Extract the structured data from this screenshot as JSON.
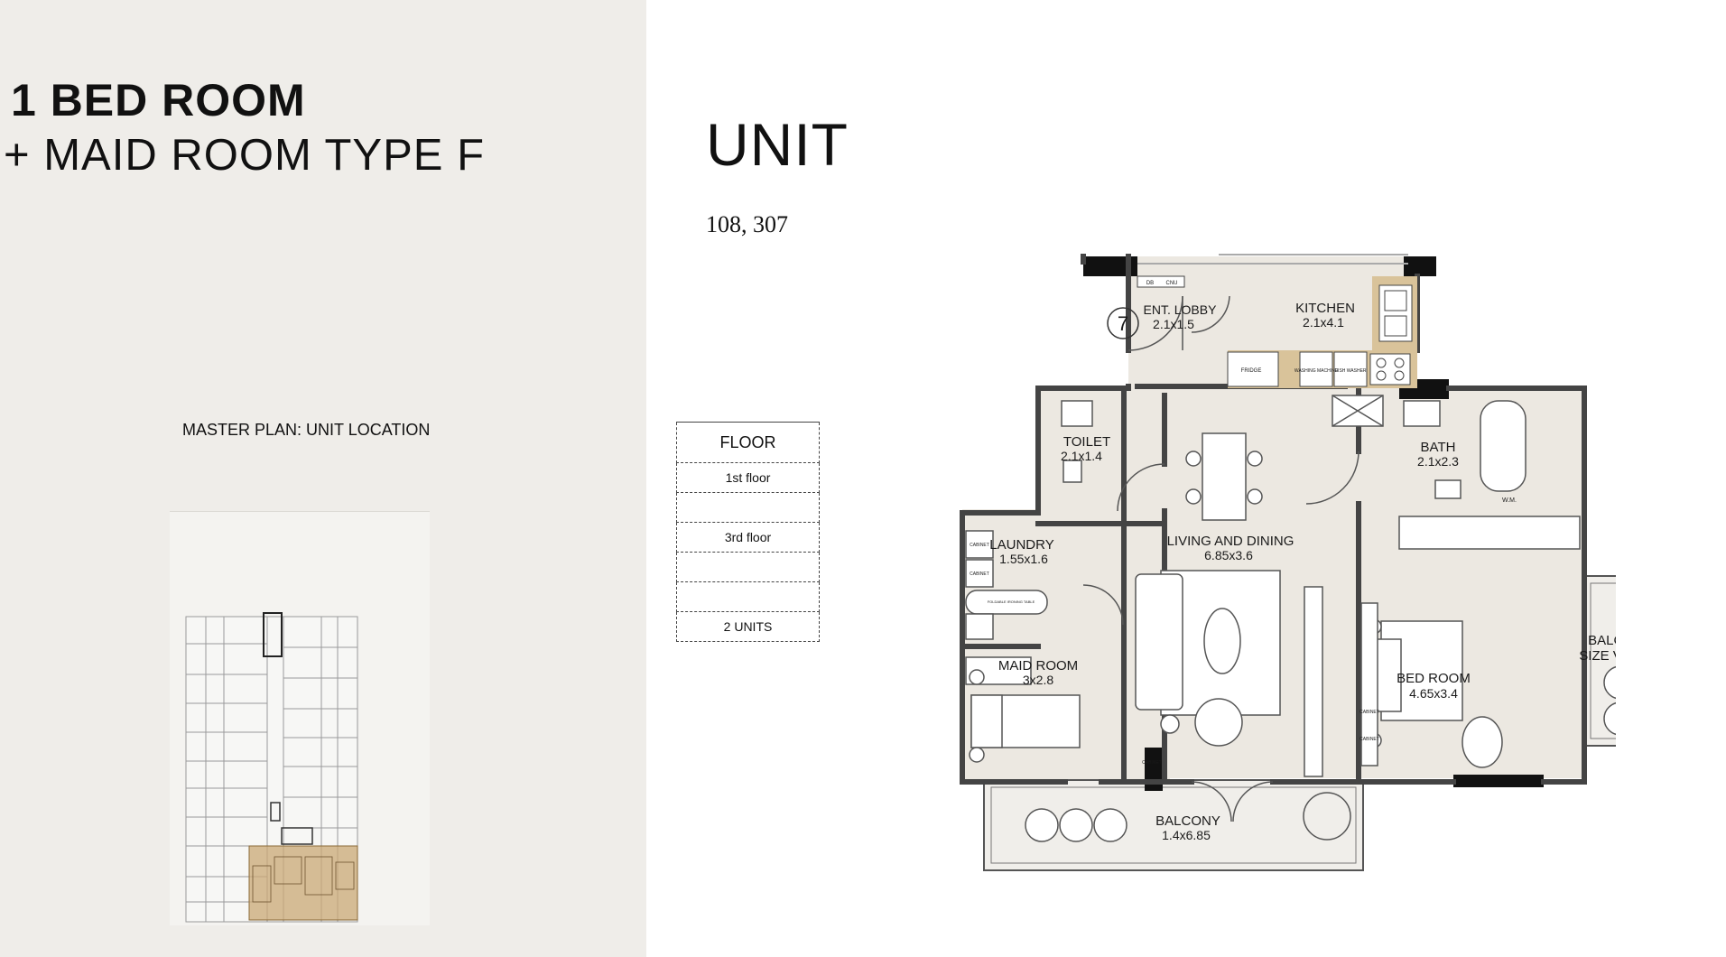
{
  "header": {
    "title_line1": "1 BED ROOM",
    "title_line2": "+ MAID ROOM TYPE F"
  },
  "master_plan": {
    "label": "MASTER PLAN: UNIT LOCATION",
    "highlight_color": "#c9a874"
  },
  "unit": {
    "heading": "UNIT",
    "numbers": "108, 307"
  },
  "floor_table": {
    "header": "FLOOR",
    "rows": [
      "1st floor",
      "",
      "3rd floor",
      "",
      "",
      "2 UNITS"
    ]
  },
  "plan": {
    "unit_marker": "7",
    "rooms": {
      "ent_lobby": {
        "name": "ENT. LOBBY",
        "size": "2.1x1.5"
      },
      "kitchen": {
        "name": "KITCHEN",
        "size": "2.1x4.1"
      },
      "toilet": {
        "name": "TOILET",
        "size": "2.1x1.4"
      },
      "laundry": {
        "name": "LAUNDRY",
        "size": "1.55x1.6"
      },
      "maid_room": {
        "name": "MAID ROOM",
        "size": "3x2.8"
      },
      "living": {
        "name": "LIVING AND DINING",
        "size": "6.85x3.6"
      },
      "bath": {
        "name": "BATH",
        "size": "2.1x2.3"
      },
      "bed_room": {
        "name": "BED ROOM",
        "size": "4.65x3.4"
      },
      "balcony": {
        "name": "BALCONY",
        "size": "1.4x6.85"
      },
      "balcony_side_line1": "BALCONY",
      "balcony_side_line2": "SIZE VARIES"
    },
    "fixtures": {
      "fridge": "FRIDGE",
      "washing_machine": "WASHING MACHINE",
      "dish_washer": "DISH WASHER",
      "cabinet": "CABINET",
      "db": "DB",
      "cnu": "CNU",
      "wm": "W.M.",
      "foldable_ironing_table": "FOLDABLE IRONING TABLE"
    },
    "colors": {
      "wall": "#111111",
      "floor_fill": "#ece8e1",
      "kitchen_accent": "#d9c39a",
      "balcony_fill": "#f0eeea"
    }
  }
}
